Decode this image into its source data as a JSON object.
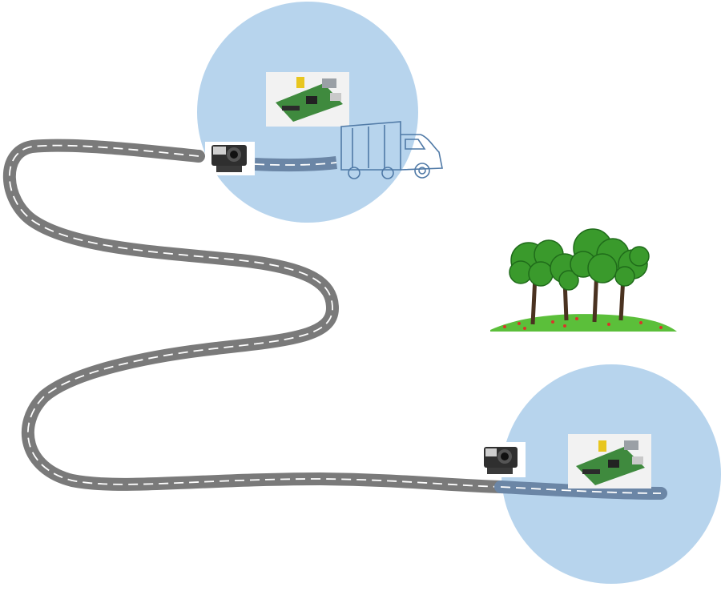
{
  "colors": {
    "background": "#ffffff",
    "coverage_zone": "#b7d4ed",
    "road": "#7a7a7a",
    "road_in_zone": "#6b86a6",
    "road_dash": "#ffffff",
    "truck_outline": "#4f79a6",
    "tree_foliage": "#3a9a2c",
    "tree_foliage_dark": "#1f6b1a",
    "tree_trunk": "#4a3220",
    "grass": "#5bbf3a",
    "flowers": "#d9352b",
    "board_pcb": "#3f8a3e",
    "camera_body": "#2f2f2f"
  },
  "elements": [
    {
      "name": "coverage-zone-top",
      "kind": "circle"
    },
    {
      "name": "coverage-zone-bottom",
      "kind": "circle"
    },
    {
      "name": "winding-road",
      "kind": "road"
    },
    {
      "name": "camera-icon-top",
      "kind": "icon",
      "icon": "camera-icon"
    },
    {
      "name": "camera-icon-bottom",
      "kind": "icon",
      "icon": "camera-icon"
    },
    {
      "name": "raspberry-pi-board-top",
      "kind": "icon",
      "icon": "circuit-board-icon"
    },
    {
      "name": "raspberry-pi-board-bottom",
      "kind": "icon",
      "icon": "circuit-board-icon"
    },
    {
      "name": "truck-icon",
      "kind": "icon",
      "icon": "truck-icon"
    },
    {
      "name": "trees-illustration",
      "kind": "icon",
      "icon": "trees-icon"
    }
  ]
}
